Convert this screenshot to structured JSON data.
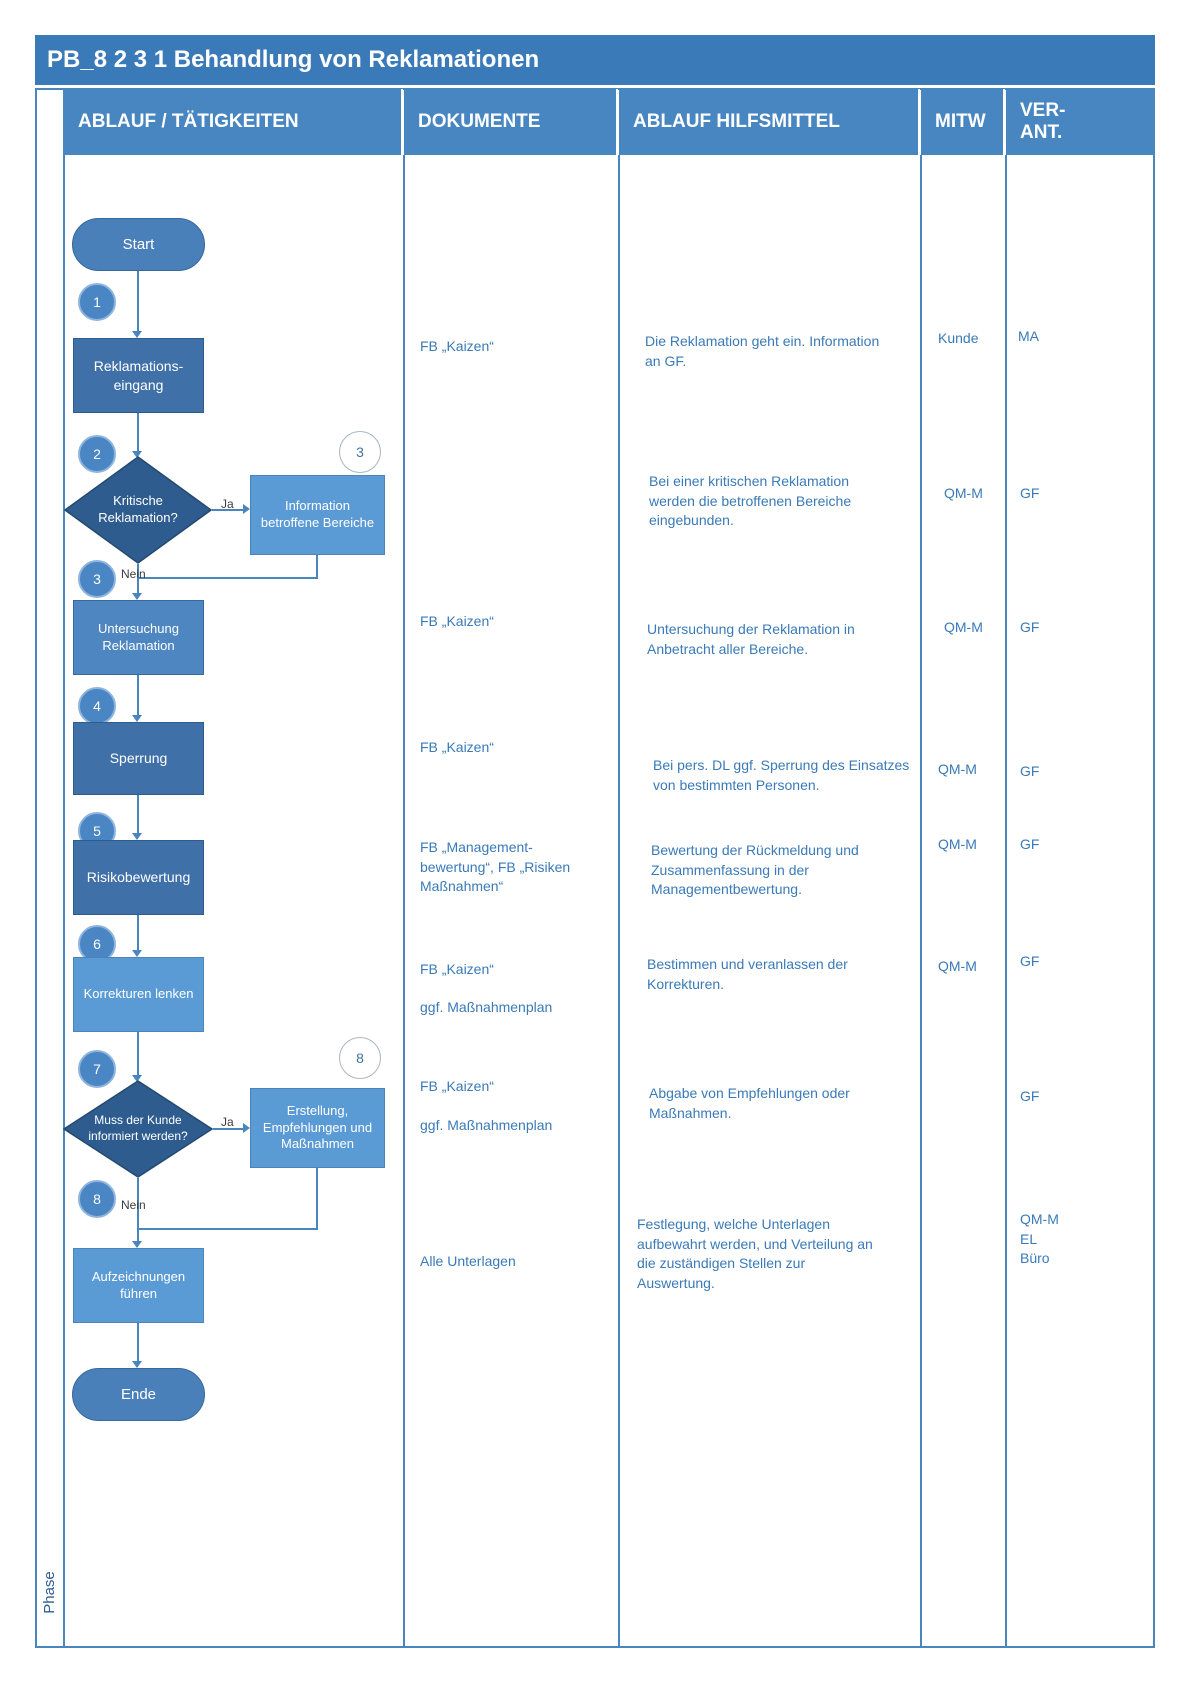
{
  "title": "PB_8 2 3 1 Behandlung von Reklamationen",
  "phase_label": "Phase",
  "colors": {
    "title_bar": "#3b7ab9",
    "header": "#4886c2",
    "node_dark": "#4070a8",
    "node_medium": "#4d86c0",
    "node_light": "#5b9bd5",
    "decision": "#2e5c8f",
    "connector": "#4a86be",
    "column_text": "#3a7ab8"
  },
  "headers": {
    "ablauf": "ABLAUF / TÄTIGKEITEN",
    "dokumente": "DOKUMENTE",
    "hilfsmittel": "ABLAUF HILFSMITTEL",
    "mitw": "MITW",
    "verant": "VER-\nANT."
  },
  "flow": {
    "start": "Start",
    "ende": "Ende",
    "ja": "Ja",
    "nein": "Nein",
    "circles": [
      "1",
      "2",
      "3",
      "4",
      "5",
      "6",
      "7",
      "8"
    ],
    "side_circles": [
      "3",
      "8"
    ],
    "nodes": {
      "reklamationseingang": "Reklamations-\neingang",
      "kritische": "Kritische\nReklamation?",
      "information": "Information\nbetroffene Bereiche",
      "untersuchung": "Untersuchung\nReklamation",
      "sperrung": "Sperrung",
      "risikobewertung": "Risikobewertung",
      "korrekturen": "Korrekturen lenken",
      "kunde_informiert": "Muss der Kunde\ninformiert werden?",
      "erstellung": "Erstellung,\nEmpfehlungen und\nMaßnahmen",
      "aufzeichnungen": "Aufzeichnungen\nführen"
    }
  },
  "dokumente": {
    "reklamationseingang": "FB „Kaizen“",
    "untersuchung": "FB „Kaizen“",
    "sperrung": "FB „Kaizen“",
    "risikobewertung": "FB „Management-\nbewertung“, FB „Risiken\nMaßnahmen“",
    "korrekturen_1": "FB „Kaizen“",
    "korrekturen_2": "ggf. Maßnahmenplan",
    "kunde_informiert_1": "FB „Kaizen“",
    "kunde_informiert_2": "ggf. Maßnahmenplan",
    "aufzeichnungen": "Alle Unterlagen"
  },
  "hilfsmittel": {
    "reklamationseingang": "Die Reklamation geht ein. Information\nan GF.",
    "kritische": "Bei einer kritischen Reklamation\nwerden die betroffenen Bereiche\neingebunden.",
    "untersuchung": "Untersuchung der Reklamation in\nAnbetracht aller Bereiche.",
    "sperrung": "Bei pers. DL ggf. Sperrung des Einsatzes\nvon bestimmten Personen.",
    "risikobewertung": "Bewertung der Rückmeldung und\nZusammenfassung in der\nManagementbewertung.",
    "korrekturen": "Bestimmen und veranlassen der\nKorrekturen.",
    "kunde_informiert": "Abgabe von Empfehlungen oder\nMaßnahmen.",
    "aufzeichnungen": "Festlegung, welche Unterlagen\naufbewahrt werden, und Verteilung an\ndie zuständigen Stellen zur\nAuswertung."
  },
  "mitw": {
    "reklamationseingang": "Kunde",
    "kritische": "QM-M",
    "untersuchung": "QM-M",
    "sperrung": "QM-M",
    "risikobewertung": "QM-M",
    "korrekturen": "QM-M"
  },
  "verant": {
    "reklamationseingang": "MA",
    "kritische": "GF",
    "untersuchung": "GF",
    "sperrung": "GF",
    "risikobewertung": "GF",
    "korrekturen": "GF",
    "kunde_informiert": "GF",
    "aufzeichnungen": "QM-M\nEL\nBüro"
  }
}
